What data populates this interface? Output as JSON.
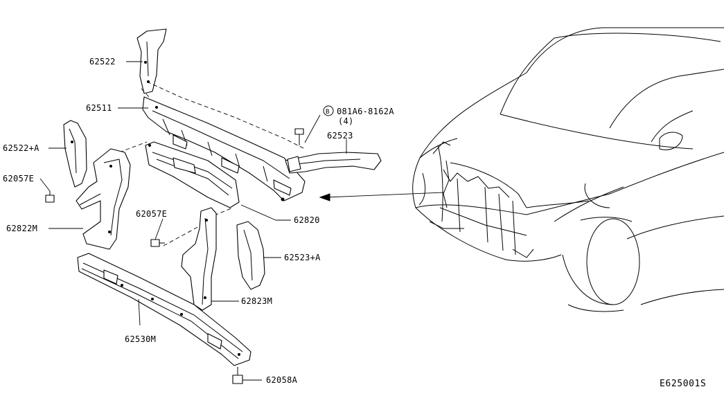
{
  "diagram": {
    "labels": {
      "p62522": "62522",
      "p62511": "62511",
      "bolt_spec": "081A6-8162A",
      "bolt_qty": "(4)",
      "bolt_badge": "B",
      "p62523": "62523",
      "p62522A": "62522+A",
      "p62057E_left": "62057E",
      "p62822M": "62822M",
      "p62057E_mid": "62057E",
      "p62820": "62820",
      "p62523A": "62523+A",
      "p62823M": "62823M",
      "p62530M": "62530M",
      "p62058A": "62058A"
    },
    "diagram_code": "E625001S"
  }
}
